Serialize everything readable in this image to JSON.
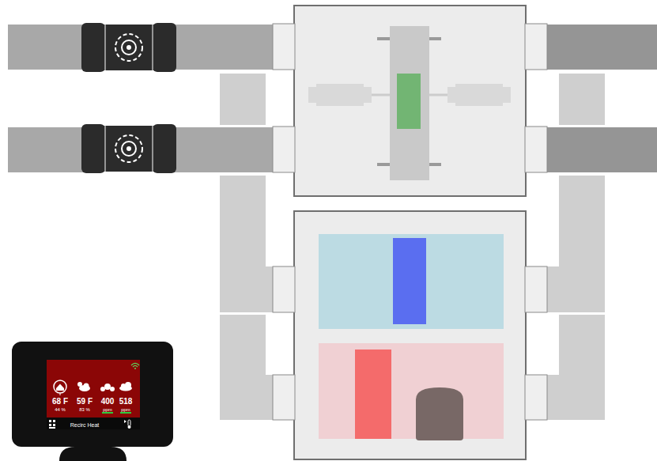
{
  "diagram": {
    "nodes": [
      {
        "text": [
          "68 F",
          "44 %",
          "59 F",
          "83 %",
          "400",
          "ppm",
          "518",
          "ppm",
          "Recirc Heat"
        ]
      }
    ]
  }
}
